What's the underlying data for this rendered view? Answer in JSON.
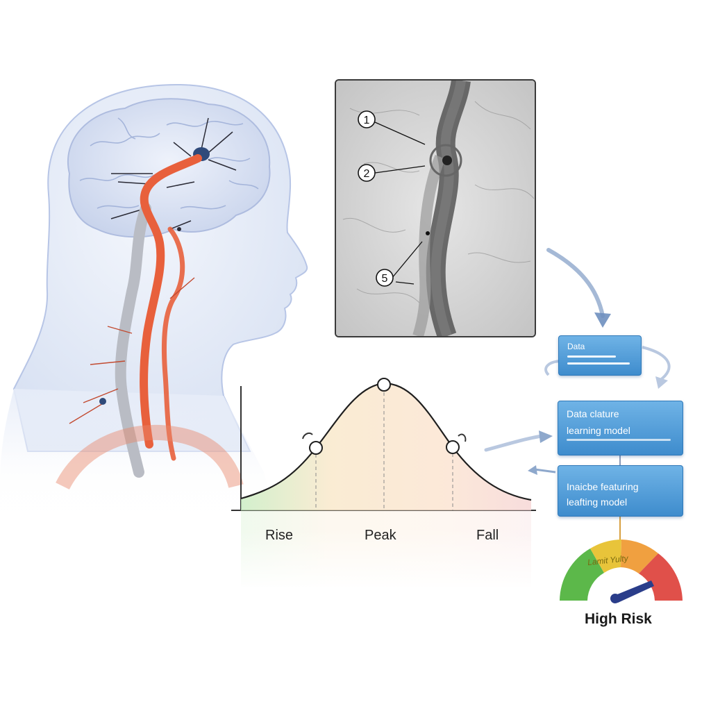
{
  "angiogram": {
    "markers": [
      {
        "label": "1"
      },
      {
        "label": "2"
      },
      {
        "label": "5"
      }
    ]
  },
  "curve": {
    "phases": [
      "Rise",
      "Peak",
      "Fall"
    ]
  },
  "pipeline": {
    "box_top_label": "Data",
    "box_mid_line1": "Data clature",
    "box_mid_line2": "learning model",
    "box_bot_line1": "Inaicbe featuring",
    "box_bot_line2": "leafting model"
  },
  "gauge": {
    "arc_text": "Lamit Yulty",
    "risk_label": "High Risk",
    "level": 0.8
  },
  "colors": {
    "artery": "#e8603c",
    "vein": "#b9bcc4",
    "head_fill": "#e6ecf8",
    "box_blue": "#3e8ccd",
    "gauge_green": "#5cb84a",
    "gauge_yellow": "#e8c43a",
    "gauge_orange": "#f0a040",
    "gauge_red": "#e0504a",
    "needle": "#2a3d8a"
  }
}
